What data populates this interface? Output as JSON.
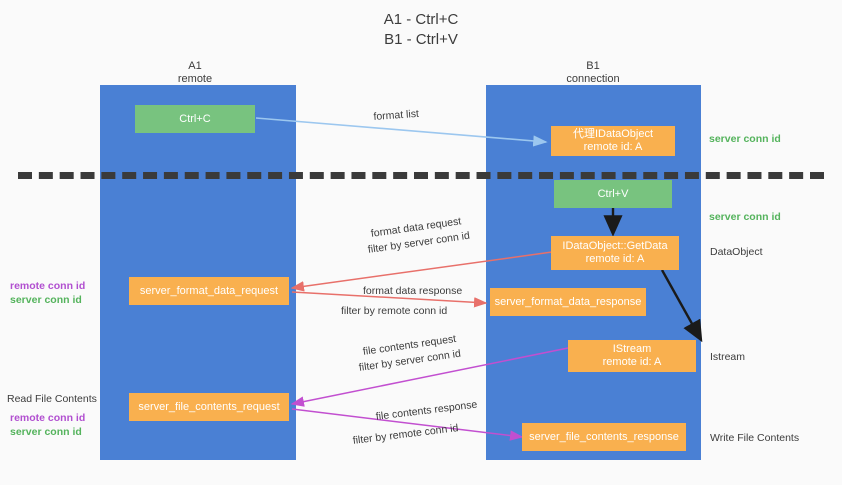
{
  "title": {
    "line1": "A1 - Ctrl+C",
    "line2": "B1 - Ctrl+V"
  },
  "colors": {
    "lane": "#4a80d4",
    "orange": "#f9b04f",
    "green": "#78c37f",
    "server_conn": "#54b35c",
    "remote_conn": "#b14fd0",
    "red_arrow": "#e8706a",
    "purple_arrow": "#c24fd0",
    "blue_arrow": "#9cc7ef",
    "black_arrow": "#1a1a1a",
    "background": "#fafafa",
    "text": "#3c3c3c"
  },
  "columns": [
    {
      "name": "A1",
      "sub": "remote"
    },
    {
      "name": "B1",
      "sub": "connection"
    }
  ],
  "nodes": {
    "ctrl_c": "Ctrl+C",
    "ctrl_v": "Ctrl+V",
    "proxy_dataobject_l1": "代理IDataObject",
    "proxy_dataobject_l2": "remote id: A",
    "getdata_l1": "IDataObject::GetData",
    "getdata_l2": "remote id: A",
    "istream_l1": "IStream",
    "istream_l2": "remote id: A",
    "server_format_data_request": "server_format_data_request",
    "server_format_data_response": "server_format_data_response",
    "server_file_contents_request": "server_file_contents_request",
    "server_file_contents_response": "server_file_contents_response"
  },
  "edge_labels": {
    "format_list": "format list",
    "format_data_request": "format data request",
    "format_data_request_filter_pre": "filter by ",
    "format_data_request_filter_key": "server conn id",
    "format_data_response": "format data response",
    "format_data_response_filter_pre": "filter by ",
    "format_data_response_filter_key": "remote conn id",
    "file_contents_request": "file contents request",
    "file_contents_request_filter_pre": "filter by ",
    "file_contents_request_filter_key": "server conn id",
    "file_contents_response": "file contents response",
    "file_contents_response_filter_pre": "filter by ",
    "file_contents_response_filter_key": "remote conn id"
  },
  "right_labels": {
    "server_conn_id_1": "server conn id",
    "server_conn_id_2": "server conn id",
    "dataobject": "DataObject",
    "istream": "Istream",
    "write_file_contents": "Write File Contents"
  },
  "left_labels": {
    "remote_conn_id_1": "remote conn id",
    "server_conn_id_1": "server conn id",
    "read_file_contents": "Read File Contents",
    "remote_conn_id_2": "remote conn id",
    "server_conn_id_2": "server conn id"
  }
}
